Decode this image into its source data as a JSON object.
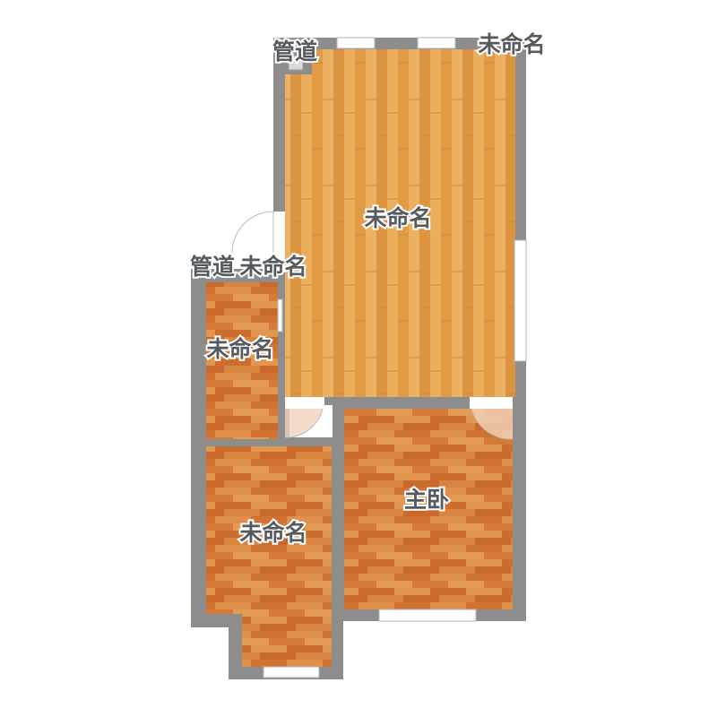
{
  "plan": {
    "rooms": [
      {
        "id": "living",
        "label": "未命名"
      },
      {
        "id": "small_room",
        "label": "未命名"
      },
      {
        "id": "bottom_left",
        "label": "未命名"
      },
      {
        "id": "master",
        "label": "主卧"
      }
    ],
    "outside_labels": [
      {
        "id": "top_left",
        "label": "管道"
      },
      {
        "id": "top_right",
        "label": "未命名"
      },
      {
        "id": "mid_left_a",
        "label": "管道"
      },
      {
        "id": "mid_left_b",
        "label": "未命名"
      }
    ]
  },
  "colors": {
    "wall": "#8c8c8c",
    "wood_light": "#e5a14b",
    "wood_dark": "#d97d36",
    "window": "#ffffff",
    "label_text": "#555a5e"
  }
}
